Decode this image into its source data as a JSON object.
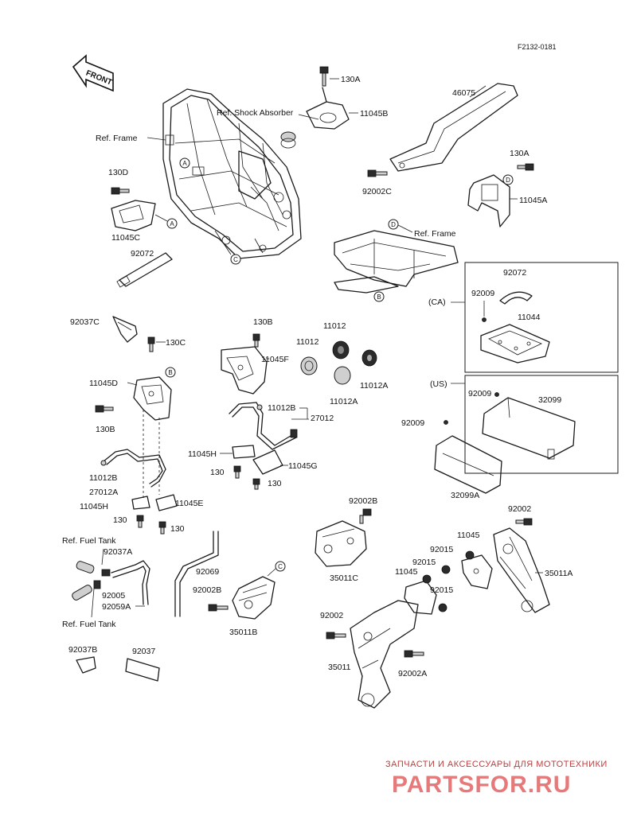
{
  "diagram_code": "F2132-0181",
  "front_arrow_label": "FRONT",
  "labels": {
    "l130A_top": "130A",
    "ref_shock": "Ref. Shock Absorber",
    "l11045B": "11045B",
    "l46075": "46075",
    "ref_frame_1": "Ref. Frame",
    "l130D": "130D",
    "l11045C": "11045C",
    "l92072_left": "92072",
    "l92002C": "92002C",
    "l130A_right": "130A",
    "l11045A": "11045A",
    "ref_frame_2": "Ref. Frame",
    "l92072_ca": "92072",
    "ca": "(CA)",
    "l92009_ca": "92009",
    "l11044": "11044",
    "l92037C": "92037C",
    "l130C": "130C",
    "l130B_top": "130B",
    "l11045F": "11045F",
    "l11012_a": "11012",
    "l11012_b": "11012",
    "l11012A_a": "11012A",
    "l11012A_b": "11012A",
    "l11045D": "11045D",
    "l130B_left": "130B",
    "l11012B_mid": "11012B",
    "l27012_mid": "27012",
    "us": "(US)",
    "l92009_us": "92009",
    "l32099": "32099",
    "l92009_mid": "92009",
    "l11045H_mid": "11045H",
    "l11045G": "11045G",
    "l130_mid_a": "130",
    "l130_mid_b": "130",
    "l32099A": "32099A",
    "l11012B_left": "11012B",
    "l27012A": "27012A",
    "l11045H_left": "11045H",
    "l11045E": "11045E",
    "l130_left_a": "130",
    "l130_left_b": "130",
    "l92002B_top": "92002B",
    "l92002_right": "92002",
    "ref_fuel_tank_1": "Ref. Fuel Tank",
    "l92037A": "92037A",
    "l92069": "92069",
    "l11045_r1": "11045",
    "l92015_a": "92015",
    "l35011C": "35011C",
    "l92015_b": "92015",
    "l11045_r2": "11045",
    "l35011A": "35011A",
    "l92005": "92005",
    "l92002B_mid": "92002B",
    "l92059A": "92059A",
    "l92015_c": "92015",
    "ref_fuel_tank_2": "Ref. Fuel Tank",
    "l35011B": "35011B",
    "l92002_left": "92002",
    "l92037B": "92037B",
    "l92037": "92037",
    "l35011": "35011",
    "l92002A": "92002A"
  },
  "callouts": {
    "A": "A",
    "B": "B",
    "C": "C",
    "D": "D"
  },
  "watermark": {
    "tagline": "ЗАПЧАСТИ И АКСЕССУАРЫ ДЛЯ МОТОТЕХНИКИ",
    "brand": "PARTSFOR.RU"
  }
}
